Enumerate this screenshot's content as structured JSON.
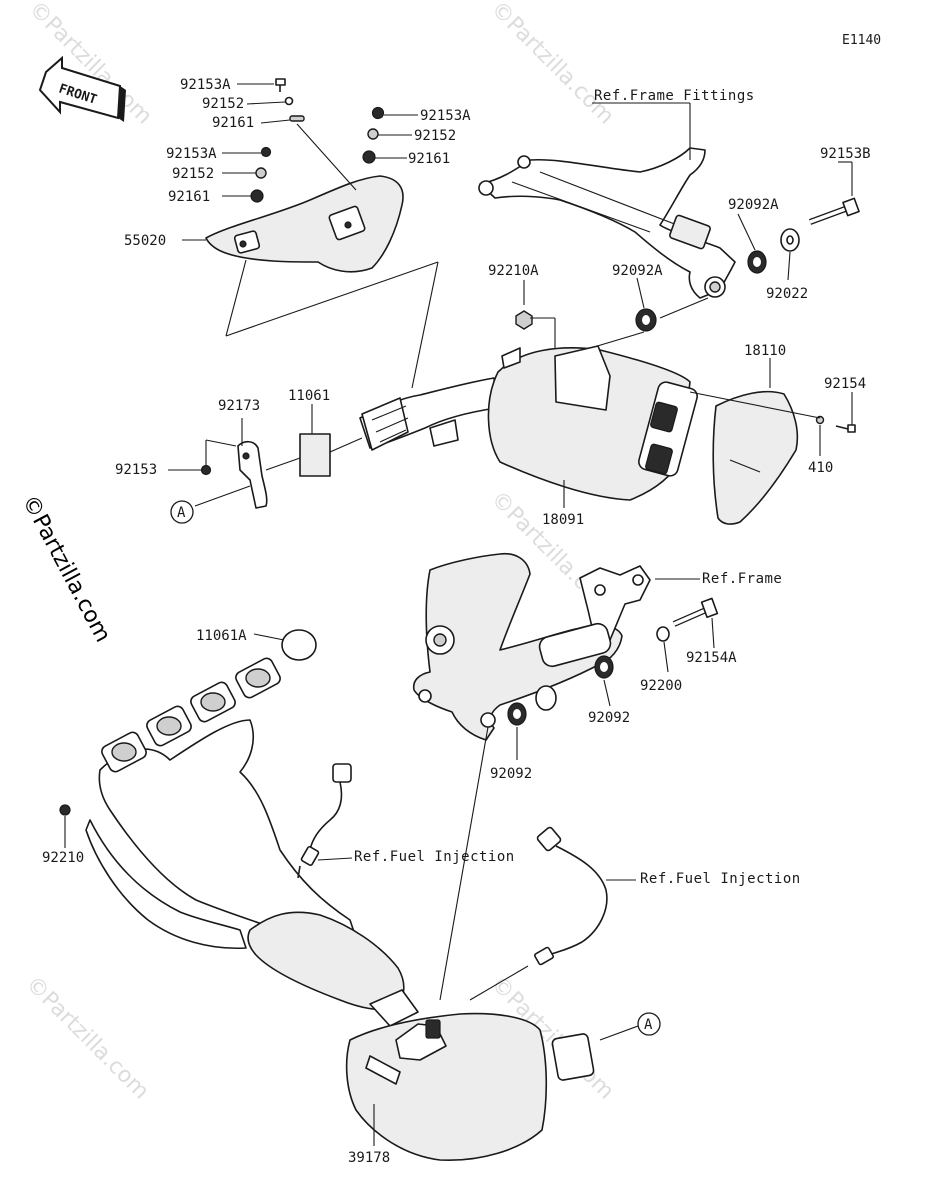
{
  "diagram_code": "E1140",
  "watermark": "©Partzilla.com",
  "front_arrow": "FRONT",
  "callout_a": "A",
  "labels": {
    "p92153A_1": "92153A",
    "p92152_1": "92152",
    "p92161_1": "92161",
    "p92153A_2": "92153A",
    "p92152_2": "92152",
    "p92161_2": "92161",
    "p92153A_3": "92153A",
    "p92152_3": "92152",
    "p92161_3": "92161",
    "p55020": "55020",
    "ref_frame_fittings": "Ref.Frame Fittings",
    "p92153B": "92153B",
    "p92092A_1": "92092A",
    "p92022": "92022",
    "p92210A": "92210A",
    "p92092A_2": "92092A",
    "p18110": "18110",
    "p92154": "92154",
    "p410": "410",
    "p92173": "92173",
    "p11061": "11061",
    "p92153": "92153",
    "p18091": "18091",
    "ref_frame": "Ref.Frame",
    "p11061A": "11061A",
    "p92154A": "92154A",
    "p92200": "92200",
    "p92092_1": "92092",
    "p92092_2": "92092",
    "p92210": "92210",
    "ref_fuel_injection_1": "Ref.Fuel Injection",
    "ref_fuel_injection_2": "Ref.Fuel Injection",
    "p39178": "39178"
  }
}
